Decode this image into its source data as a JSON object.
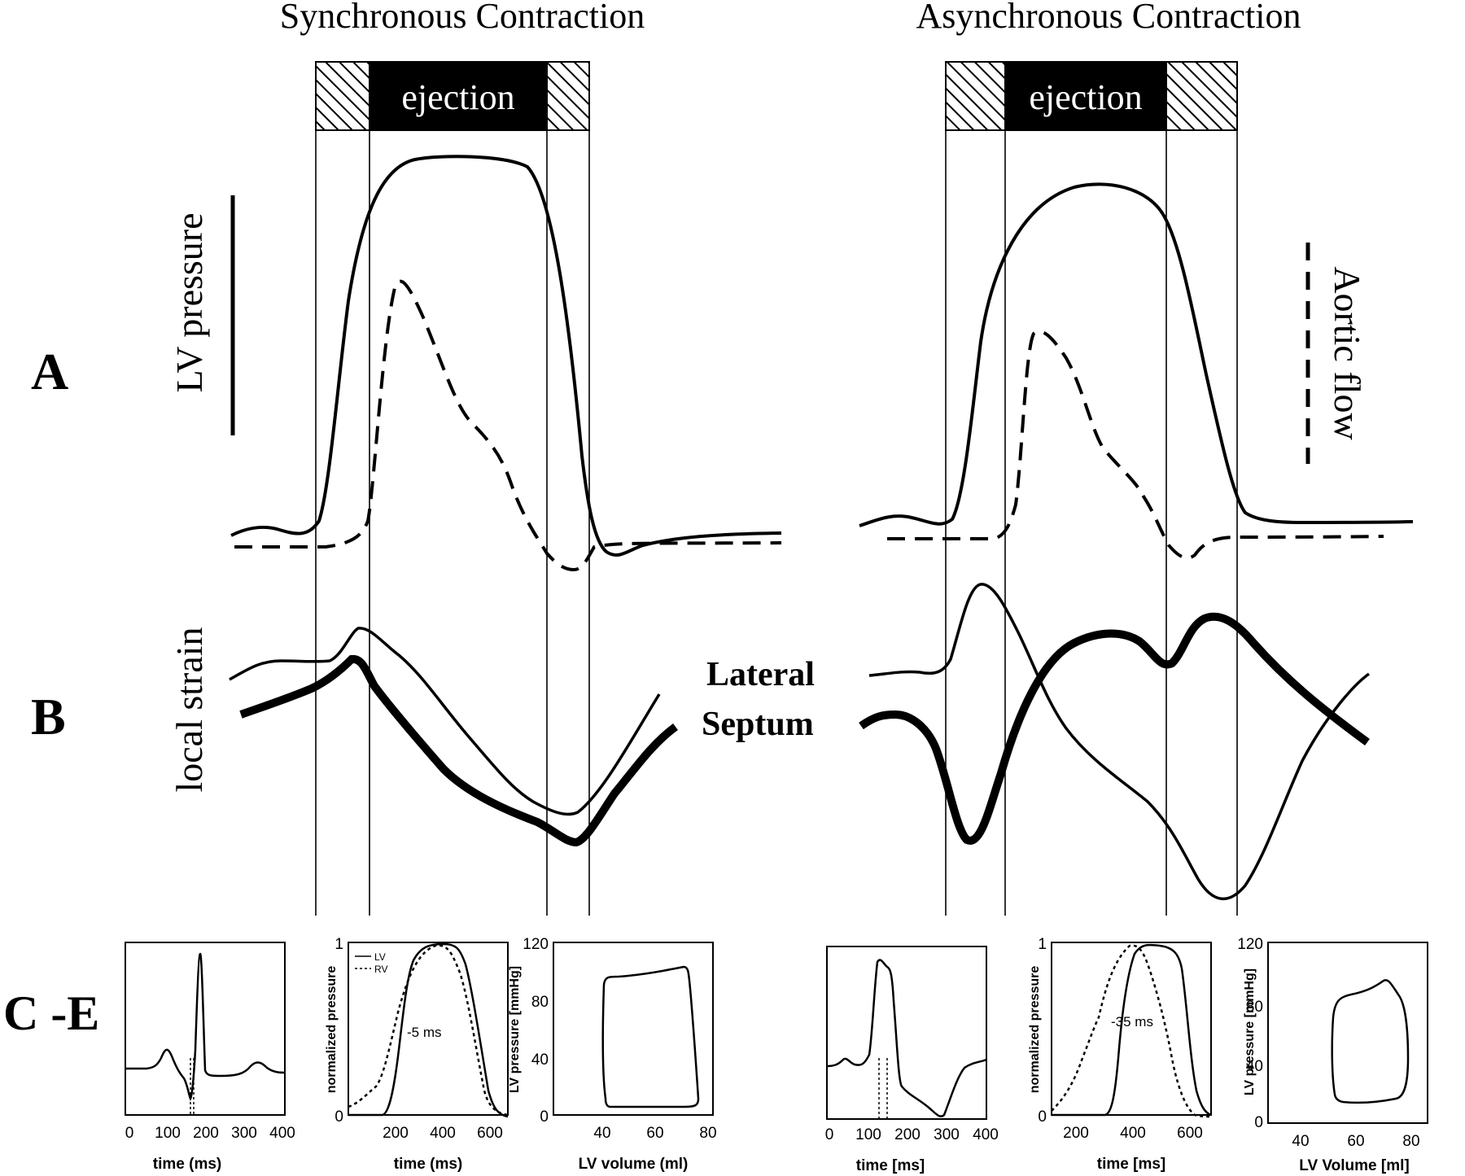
{
  "titles": {
    "sync": "Synchronous Contraction",
    "async": "Asynchronous Contraction"
  },
  "ejection_label": "ejection",
  "panel_labels": {
    "a": "A",
    "b": "B",
    "ce": "C -E"
  },
  "labels": {
    "lv_pressure": "LV pressure",
    "aortic_flow": "Aortic flow",
    "local_strain": "local strain",
    "lateral": "Lateral",
    "septum": "Septum"
  },
  "small_plots": {
    "ecg_sync": {
      "xticks": [
        "0",
        "100",
        "200",
        "300",
        "400"
      ],
      "xlabel": "time (ms)"
    },
    "np_sync": {
      "yticks": [
        "0",
        "1"
      ],
      "xticks": [
        "200",
        "400",
        "600"
      ],
      "ylabel": "normalized pressure",
      "xlabel": "time (ms)",
      "legend": [
        "LV",
        "RV"
      ],
      "annotation": "-5 ms"
    },
    "pv_sync": {
      "yticks": [
        "0",
        "40",
        "80",
        "120"
      ],
      "xticks": [
        "40",
        "60",
        "80"
      ],
      "ylabel": "LV pressure [mmHg]",
      "xlabel": "LV volume (ml)"
    },
    "ecg_async": {
      "xticks": [
        "0",
        "100",
        "200",
        "300",
        "400"
      ],
      "xlabel": "time [ms]"
    },
    "np_async": {
      "yticks": [
        "0",
        "1"
      ],
      "xticks": [
        "200",
        "400",
        "600"
      ],
      "ylabel": "normalized pressure",
      "xlabel": "time [ms]",
      "annotation": "-35 ms"
    },
    "pv_async": {
      "yticks": [
        "0",
        "40",
        "80",
        "120"
      ],
      "xticks": [
        "40",
        "60",
        "80"
      ],
      "ylabel": "LV pressure [mmHg]",
      "xlabel": "LV Volume [ml]"
    }
  },
  "colors": {
    "ink": "#000000",
    "background": "#ffffff"
  }
}
